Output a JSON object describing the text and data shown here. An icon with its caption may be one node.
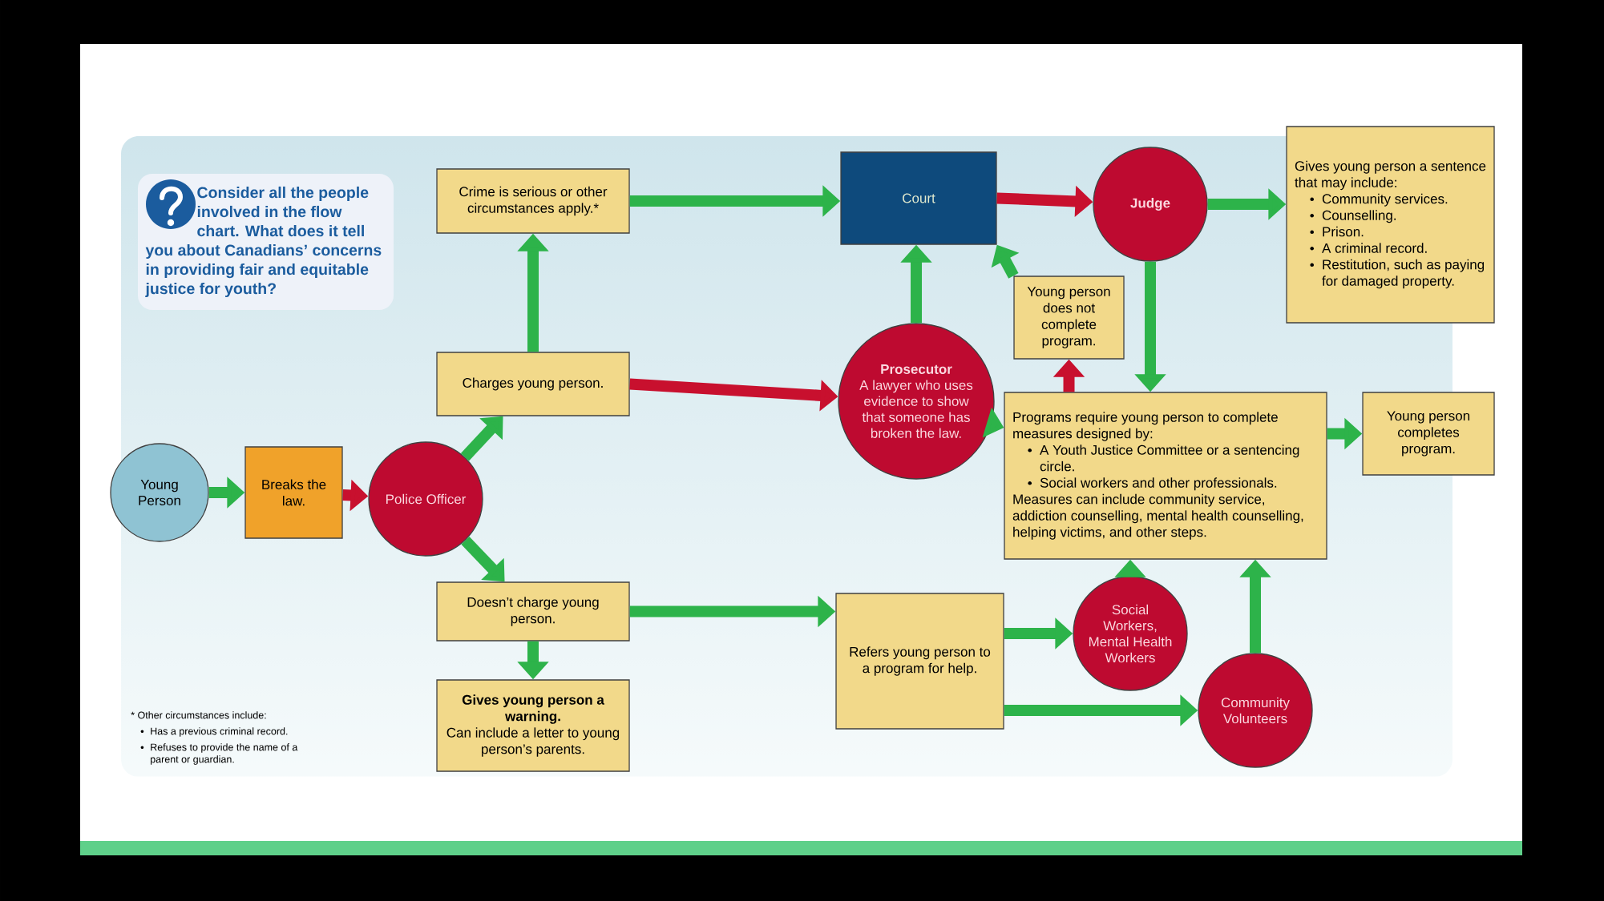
{
  "diagram": {
    "nodes": [
      {
        "text": [
          "Consider all the people involved in the flow chart. What does it tell you about Canadians’ concerns in providing fair and equitable justice for youth?"
        ]
      },
      {
        "text": [
          "Young Person"
        ]
      },
      {
        "text": [
          "Breaks the law."
        ]
      },
      {
        "text": [
          "Police Officer"
        ]
      },
      {
        "text": [
          "Crime is serious or other circumstances apply.*"
        ]
      },
      {
        "text": [
          "Charges young person."
        ]
      },
      {
        "text": [
          "Doesn’t charge young person."
        ]
      },
      {
        "text": [
          "Gives young person a warning.",
          "Can include a letter to young person’s parents."
        ]
      },
      {
        "text": [
          "Court"
        ]
      },
      {
        "text": [
          "Judge"
        ]
      },
      {
        "text": [
          "Gives young person a sentence that may include:",
          "Community services.",
          "Counselling.",
          "Prison.",
          "A criminal record.",
          "Restitution, such as paying for damaged property."
        ]
      },
      {
        "text": [
          "Prosecutor",
          "A lawyer who uses evidence to show that someone has broken the law."
        ]
      },
      {
        "text": [
          "Young person does not complete program."
        ]
      },
      {
        "text": [
          "Programs require young person to complete measures designed by:",
          "A Youth Justice Committee or a sentencing circle.",
          "Social workers and other professionals.",
          "Measures can include community service, addiction counselling, mental health counselling, helping victims, and other steps."
        ]
      },
      {
        "text": [
          "Young person completes program."
        ]
      },
      {
        "text": [
          "Refers young person to a program for help."
        ]
      },
      {
        "text": [
          "Social Workers, Mental Health Workers"
        ]
      },
      {
        "text": [
          "Community Volunteers"
        ]
      }
    ],
    "edges": [
      {
        "from": 1,
        "to": 2,
        "arrow": "to"
      },
      {
        "from": 2,
        "to": 3,
        "arrow": "to",
        "color": "#c8102e"
      },
      {
        "from": 3,
        "to": 5,
        "arrow": "to"
      },
      {
        "from": 3,
        "to": 6,
        "arrow": "to"
      },
      {
        "from": 5,
        "to": 4,
        "arrow": "to"
      },
      {
        "from": 4,
        "to": 8,
        "arrow": "to"
      },
      {
        "from": 5,
        "to": 11,
        "arrow": "to",
        "color": "#c8102e"
      },
      {
        "from": 6,
        "to": 15,
        "arrow": "to"
      },
      {
        "from": 6,
        "to": 7,
        "arrow": "to"
      },
      {
        "from": 11,
        "to": 8,
        "arrow": "to"
      },
      {
        "from": 8,
        "to": 9,
        "arrow": "to",
        "color": "#c8102e"
      },
      {
        "from": 9,
        "to": 10,
        "arrow": "to"
      },
      {
        "from": 9,
        "to": 13,
        "arrow": "to"
      },
      {
        "from": 11,
        "to": 13,
        "arrow": "to"
      },
      {
        "from": 13,
        "to": 12,
        "arrow": "to",
        "color": "#c8102e"
      },
      {
        "from": 12,
        "to": 8,
        "arrow": "to"
      },
      {
        "from": 13,
        "to": 14,
        "arrow": "to"
      },
      {
        "from": 15,
        "to": 16,
        "arrow": "to"
      },
      {
        "from": 15,
        "to": 17,
        "arrow": "to"
      },
      {
        "from": 16,
        "to": 13,
        "arrow": "to"
      },
      {
        "from": 17,
        "to": 13,
        "arrow": "to"
      }
    ],
    "labels": [
      "* Other circumstances include:",
      "Has a previous criminal record.",
      "Refuses to provide the name of a parent or guardian."
    ]
  }
}
